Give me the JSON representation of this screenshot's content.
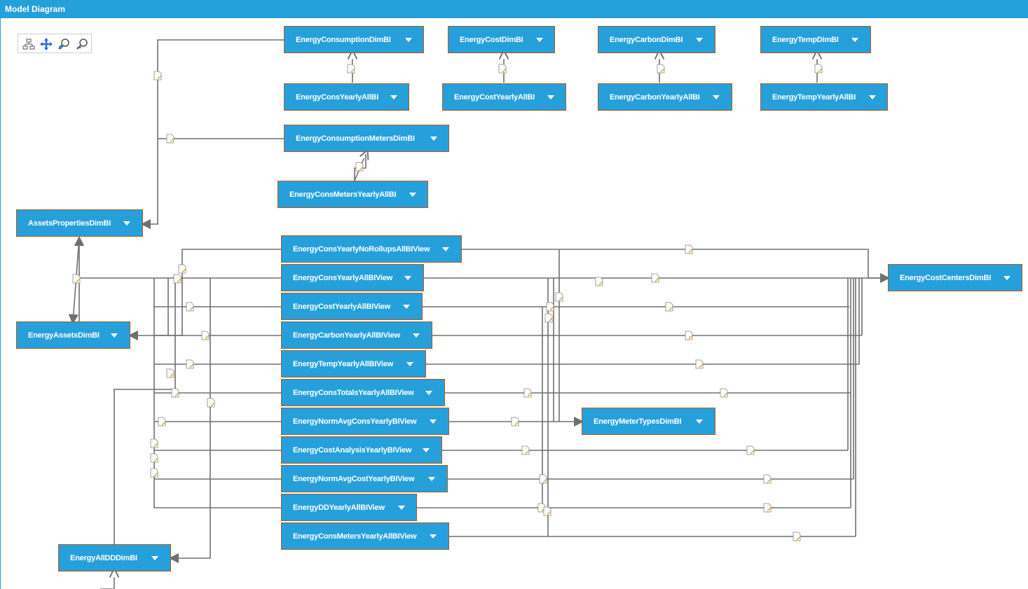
{
  "window": {
    "title": "Model Diagram"
  },
  "toolbar": {
    "tools": [
      {
        "name": "layout-tree-icon"
      },
      {
        "name": "pan-move-icon"
      },
      {
        "name": "zoom-in-icon"
      },
      {
        "name": "zoom-out-icon"
      }
    ]
  },
  "colors": {
    "node_fill": "#26a0da",
    "node_border": "#b35a1f",
    "wire": "#707070",
    "title_bar": "#26a0da"
  },
  "nodes": {
    "energy_consumption_dim": "EnergyConsumptionDimBI",
    "energy_cost_dim": "EnergyCostDimBI",
    "energy_carbon_dim": "EnergyCarbonDimBI",
    "energy_temp_dim": "EnergyTempDimBI",
    "energy_cons_yearly_all": "EnergyConsYearlyAllBI",
    "energy_cost_yearly_all": "EnergyCostYearlyAllBI",
    "energy_carbon_yearly_all": "EnergyCarbonYearlyAllBI",
    "energy_temp_yearly_all": "EnergyTempYearlyAllBI",
    "energy_consumption_meters_dim": "EnergyConsumptionMetersDimBI",
    "energy_cons_meters_yearly_all": "EnergyConsMetersYearlyAllBI",
    "assets_properties_dim": "AssetsPropertiesDimBI",
    "energy_assets_dim": "EnergyAssetsDimBI",
    "energy_all_dd_dim": "EnergyAllDDDimBI",
    "energy_cost_centers_dim": "EnergyCostCentersDimBI",
    "energy_meter_types_dim": "EnergyMeterTypesDimBI",
    "view_cons_yearly_no_rollups": "EnergyConsYearlyNoRollupsAllBIView",
    "view_cons_yearly_all": "EnergyConsYearlyAllBIView",
    "view_cost_yearly_all": "EnergyCostYearlyAllBIView",
    "view_carbon_yearly_all": "EnergyCarbonYearlyAllBIView",
    "view_temp_yearly_all": "EnergyTempYearlyAllBIView",
    "view_cons_totals_yearly_all": "EnergyConsTotalsYearlyAllBIView",
    "view_norm_avg_cons_yearly": "EnergyNormAvgConsYearlyBIView",
    "view_cost_analysis_yearly": "EnergyCostAnalysisYearlyBIView",
    "view_norm_avg_cost_yearly": "EnergyNormAvgCostYearlyBIView",
    "view_dd_yearly_all": "EnergyDDYearlyAllBIView",
    "view_cons_meters_yearly_all": "EnergyConsMetersYearlyAllBIView"
  }
}
